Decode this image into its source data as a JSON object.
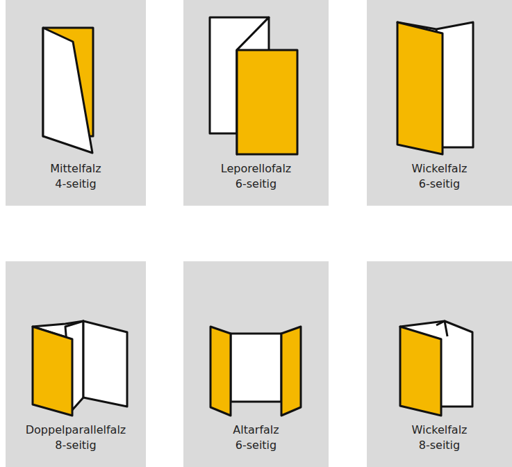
{
  "diagram": {
    "nodes": [
      {
        "text": [
          "Mittelfalz",
          "4-seitig"
        ]
      },
      {
        "text": [
          "Leporellofalz",
          "6-seitig"
        ]
      },
      {
        "text": [
          "Wickelfalz",
          "6-seitig"
        ]
      },
      {
        "text": [
          "Doppelparallelfalz",
          "8-seitig"
        ]
      },
      {
        "text": [
          "Altarfalz",
          "6-seitig"
        ]
      },
      {
        "text": [
          "Wickelfalz",
          "8-seitig"
        ]
      }
    ]
  }
}
